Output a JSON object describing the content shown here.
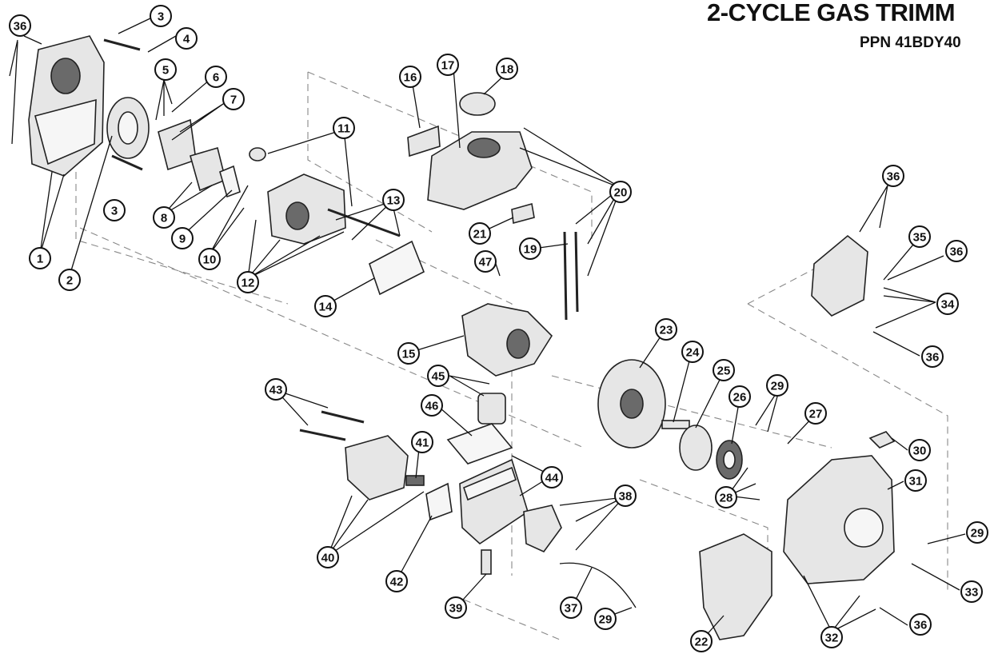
{
  "header": {
    "title": "2-CYCLE GAS TRIMM",
    "subtitle": "PPN 41BDY40"
  },
  "callouts": [
    {
      "label": "1"
    },
    {
      "label": "2"
    },
    {
      "label": "3"
    },
    {
      "label": "3"
    },
    {
      "label": "4"
    },
    {
      "label": "5"
    },
    {
      "label": "6"
    },
    {
      "label": "7"
    },
    {
      "label": "8"
    },
    {
      "label": "9"
    },
    {
      "label": "10"
    },
    {
      "label": "11"
    },
    {
      "label": "12"
    },
    {
      "label": "13"
    },
    {
      "label": "14"
    },
    {
      "label": "15"
    },
    {
      "label": "16"
    },
    {
      "label": "17"
    },
    {
      "label": "18"
    },
    {
      "label": "19"
    },
    {
      "label": "20"
    },
    {
      "label": "21"
    },
    {
      "label": "22"
    },
    {
      "label": "23"
    },
    {
      "label": "24"
    },
    {
      "label": "25"
    },
    {
      "label": "26"
    },
    {
      "label": "27"
    },
    {
      "label": "28"
    },
    {
      "label": "29"
    },
    {
      "label": "29"
    },
    {
      "label": "29"
    },
    {
      "label": "30"
    },
    {
      "label": "31"
    },
    {
      "label": "32"
    },
    {
      "label": "33"
    },
    {
      "label": "34"
    },
    {
      "label": "35"
    },
    {
      "label": "36"
    },
    {
      "label": "36"
    },
    {
      "label": "36"
    },
    {
      "label": "36"
    },
    {
      "label": "36"
    },
    {
      "label": "37"
    },
    {
      "label": "38"
    },
    {
      "label": "39"
    },
    {
      "label": "40"
    },
    {
      "label": "41"
    },
    {
      "label": "42"
    },
    {
      "label": "43"
    },
    {
      "label": "44"
    },
    {
      "label": "45"
    },
    {
      "label": "46"
    },
    {
      "label": "47"
    }
  ]
}
